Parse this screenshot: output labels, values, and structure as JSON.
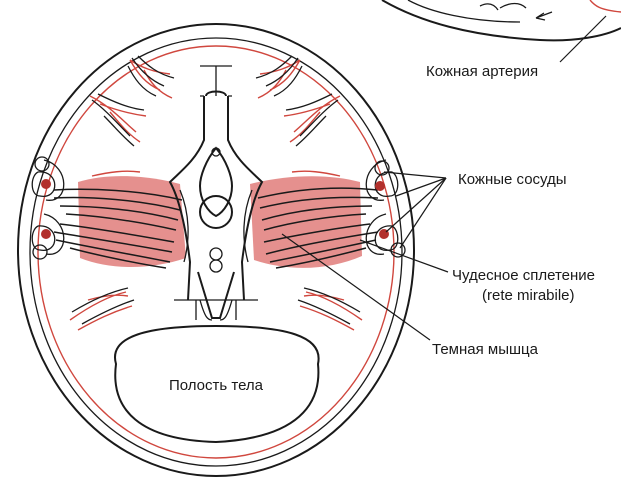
{
  "labels": {
    "skin_artery": "Кожная артерия",
    "skin_vessels": "Кожные сосуды",
    "rete_line1": "Чудесное сплетение",
    "rete_line2": "(rete mirabile)",
    "dark_muscle": "Темная мышца",
    "body_cavity": "Полость тела"
  },
  "colors": {
    "artery": "#d0473e",
    "muscle_fill": "#e07c7a",
    "ink": "#1a1a1a"
  }
}
